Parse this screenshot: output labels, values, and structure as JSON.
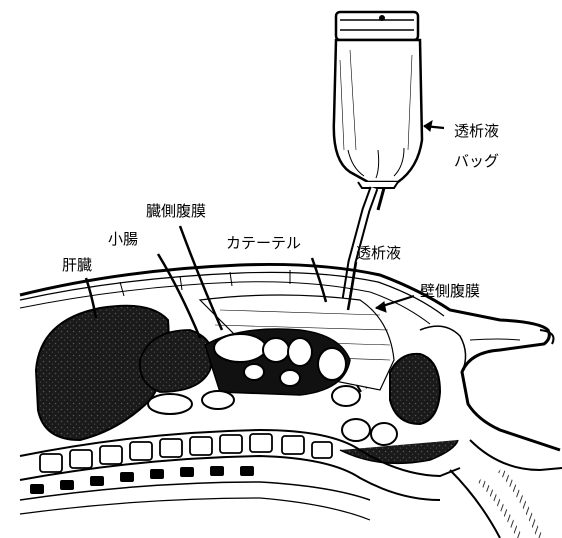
{
  "labels": {
    "dialysate_bag": [
      "透析液",
      "バッグ"
    ],
    "visceral_peritoneum": "臓側腹膜",
    "small_intestine": "小腸",
    "liver": "肝臓",
    "catheter": "カテーテル",
    "dialysate": "透析液",
    "parietal_peritoneum": "壁側腹膜"
  },
  "colors": {
    "ink": "#000000",
    "paper": "#ffffff",
    "stipple": "#2a2a2a"
  }
}
